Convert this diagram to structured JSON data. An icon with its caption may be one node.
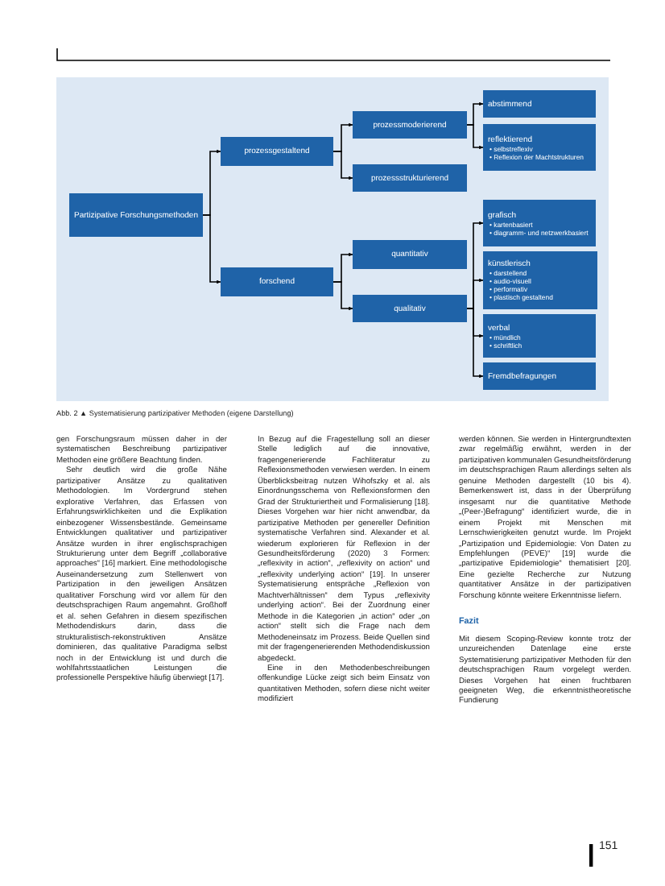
{
  "diagram": {
    "caption": "Abb. 2 ▲ Systematisierung partizipativer Methoden (eigene Darstellung)",
    "nodes": [
      {
        "text": [
          "Partizipative Forschungsmethoden"
        ]
      },
      {
        "text": [
          "prozessgestaltend"
        ]
      },
      {
        "text": [
          "prozessmoderierend"
        ]
      },
      {
        "text": [
          "prozessstrukturierend"
        ]
      },
      {
        "text": [
          "abstimmend"
        ]
      },
      {
        "text": [
          "reflektierend",
          "• selbstreflexiv",
          "• Reflexion der Machtstrukturen"
        ]
      },
      {
        "text": [
          "forschend"
        ]
      },
      {
        "text": [
          "quantitativ"
        ]
      },
      {
        "text": [
          "qualitativ"
        ]
      },
      {
        "text": [
          "grafisch",
          "• kartenbasiert",
          "• diagramm- und netzwerkbasiert"
        ]
      },
      {
        "text": [
          "künstlerisch",
          "• darstellend",
          "• audio-visuell",
          "• performativ",
          "• plastisch gestaltend"
        ]
      },
      {
        "text": [
          "verbal",
          "• mündlich",
          "• schriftlich"
        ]
      },
      {
        "text": [
          "Fremdbefragungen"
        ]
      }
    ],
    "edges": [
      {
        "from": 0,
        "to": 1,
        "arrow": "to"
      },
      {
        "from": 0,
        "to": 6,
        "arrow": "to"
      },
      {
        "from": 1,
        "to": 2,
        "arrow": "to"
      },
      {
        "from": 1,
        "to": 3,
        "arrow": "to"
      },
      {
        "from": 2,
        "to": 4,
        "arrow": "to"
      },
      {
        "from": 2,
        "to": 5,
        "arrow": "to"
      },
      {
        "from": 6,
        "to": 7,
        "arrow": "to"
      },
      {
        "from": 6,
        "to": 8,
        "arrow": "to"
      },
      {
        "from": 8,
        "to": 9,
        "arrow": "to"
      },
      {
        "from": 8,
        "to": 10,
        "arrow": "to"
      },
      {
        "from": 8,
        "to": 11,
        "arrow": "to"
      },
      {
        "from": 8,
        "to": 12,
        "arrow": "to"
      }
    ],
    "labels": [
      "gen Forschungsraum müssen daher in der systematischen Beschreibung partizipativer Methoden eine größere Beachtung finden.",
      "Sehr deutlich wird die große Nähe partizipativer Ansätze zu qualitativen Methodologien. Im Vordergrund stehen explorative Verfahren, das Erfassen von Erfahrungswirklichkeiten und die Explikation einbezogener Wissensbestände. Gemeinsame Entwicklungen qualitativer und partizipativer Ansätze wurden in ihrer englischsprachigen Strukturierung unter dem Begriff „collaborative approaches“ [16] markiert. Eine methodologische Auseinandersetzung zum Stellenwert von Partizipation in den jeweiligen Ansätzen qualitativer Forschung wird vor allem für den deutschsprachigen Raum angemahnt. Großhoff et al. sehen Gefahren in diesem spezifischen Methodendiskurs darin, dass die strukturalistisch-rekonstruktiven Ansätze dominieren, das qualitative Paradigma selbst noch in der Entwicklung ist und durch die wohlfahrtsstaatlichen Leistungen die professionelle Perspektive häufig überwiegt [17].",
      "In Bezug auf die Fragestellung soll an dieser Stelle lediglich auf die innovative, fragengenerierende Fachliteratur zu Reflexionsmethoden verwiesen werden. In einem Überblicksbeitrag nutzen Wihofszky et al. als Einordnungsschema von Reflexionsformen den Grad der Strukturiertheit und Formalisierung [18]. Dieses Vorgehen war hier nicht anwendbar, da partizipative Methoden per genereller Definition systematische Verfahren sind. Alexander et al. wiederum explorieren für Reflexion in der Gesundheitsförderung (2020) 3 Formen: „reflexivity in action“, „reflexivity on action“ und „reflexivity underlying action“ [19]. In unserer Systematisierung entspräche „Reflexion von Machtverhältnissen“ dem Typus „reflexivity underlying action“. Bei der Zuordnung einer Methode in die Kategorien „in action“ oder „on action“ stellt sich die Frage nach dem Methodeneinsatz im Prozess. Beide Quellen sind mit der fragengenerierenden Methodendiskussion abgedeckt.",
      "Eine in den Methodenbeschreibungen offenkundige Lücke zeigt sich beim Einsatz von quantitativen Methoden, sofern diese nicht weiter modifiziert",
      "werden können. Sie werden in Hintergrundtexten zwar regelmäßig erwähnt, werden in der partizipativen kommunalen Gesundheitsförderung im deutschsprachigen Raum allerdings selten als genuine Methoden dargestellt (10 bis 4). Bemerkenswert ist, dass in der Überprüfung insgesamt nur die quantitative Methode „(Peer-)Befragung“ identifiziert wurde, die in einem Projekt mit Menschen mit Lernschwierigkeiten genutzt wurde. Im Projekt „Partizipation und Epidemiologie: Von Daten zu Empfehlungen (PEVE)“ [19] wurde die „partizipative Epidemiologie“ thematisiert [20]. Eine gezielte Recherche zur Nutzung quantitativer Ansätze in der partizipativen Forschung könnte weitere Erkenntnisse liefern.",
      "Fazit",
      "Mit diesem Scoping-Review konnte trotz der unzureichenden Datenlage eine erste Systematisierung partizipativer Methoden für den deutschsprachigen Raum vorgelegt werden. Dieses Vorgehen hat einen fruchtbaren geeigneten Weg, die erkenntnistheoretische Fundierung",
      "151"
    ]
  }
}
